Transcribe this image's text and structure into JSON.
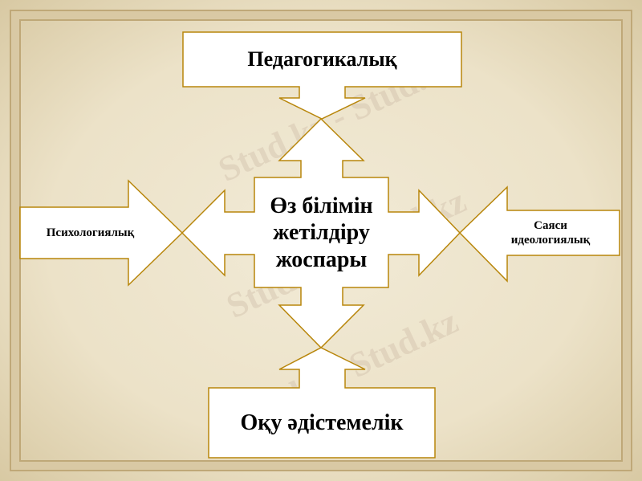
{
  "diagram": {
    "center": "Өз білімін жетілдіру жоспары",
    "center_lines": [
      "Өз білімін",
      "жетілдіру",
      "жоспары"
    ],
    "top": "Педагогикалық",
    "left": "Психологиялық",
    "right_lines": [
      "Саяси",
      "идеологиялық"
    ],
    "bottom": "Оқу әдістемелік"
  },
  "watermark": "Stud.kz - Stud.kz",
  "colors": {
    "outline": "#b8860b",
    "fill": "#ffffff",
    "background": "#ece2c8"
  }
}
